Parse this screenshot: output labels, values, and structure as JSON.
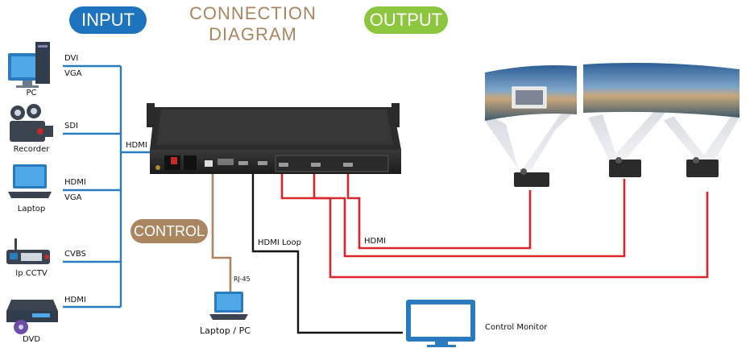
{
  "title_lines": [
    "CONNECTION",
    "DIAGRAM"
  ],
  "sections": {
    "input": "INPUT",
    "output": "OUTPUT",
    "control": "CONTROL"
  },
  "sources": [
    {
      "name": "PC",
      "ports": [
        "DVI",
        "VGA"
      ]
    },
    {
      "name": "Recorder",
      "ports": [
        "SDI"
      ]
    },
    {
      "name": "Laptop",
      "ports": [
        "HDMI",
        "VGA"
      ]
    },
    {
      "name": "Ip CCTV",
      "ports": [
        "CVBS"
      ]
    },
    {
      "name": "DVD",
      "ports": [
        "HDMI"
      ]
    }
  ],
  "labels": {
    "processor_input": "HDMI",
    "control_cable": "RJ-45",
    "control_device": "Laptop / PC",
    "loop_cable": "HDMI Loop",
    "monitor": "Control Monitor",
    "output_cable": "HDMI"
  },
  "colors": {
    "input_blue": "#1e73be",
    "output_green": "#8cc63f",
    "control_brown": "#a9865f",
    "cable_red": "#d9252b",
    "cable_tan": "#a9865f",
    "cable_black": "#111111",
    "cable_blue": "#2a7bbd"
  }
}
